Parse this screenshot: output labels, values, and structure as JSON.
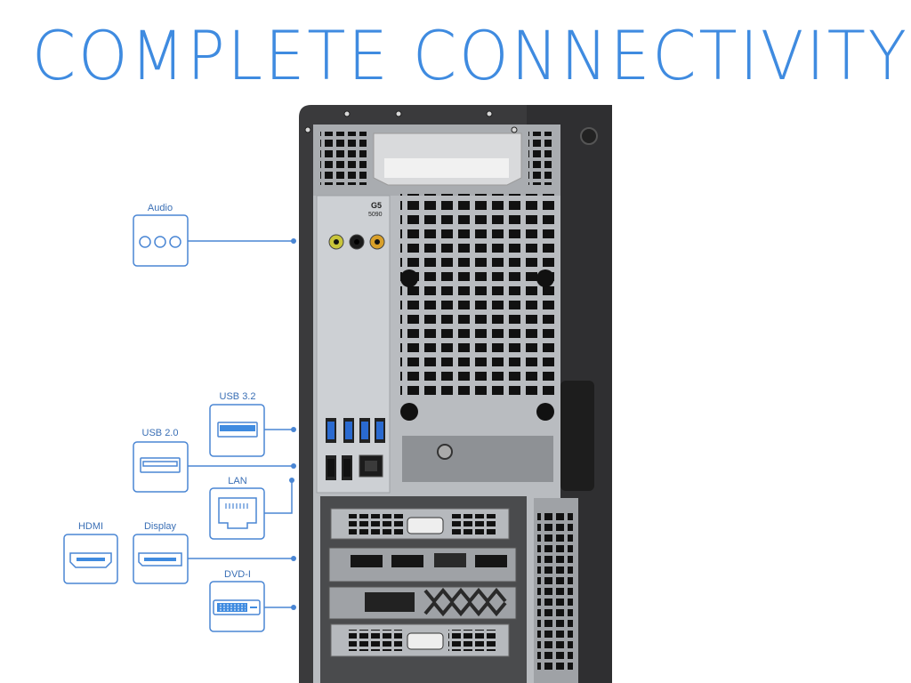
{
  "title": "COMPLETE CONNECTIVITY",
  "model_badge": {
    "line1": "G5",
    "line2": "5090"
  },
  "colors": {
    "accent": "#3f8be0",
    "line": "#4a86d4",
    "case_dark": "#2e2e2e",
    "panel": "#c8cbcf",
    "usb3": "#2a6ad0"
  },
  "ports": [
    {
      "id": "audio",
      "label": "Audio",
      "icon": "audio-jacks-icon"
    },
    {
      "id": "usb32",
      "label": "USB 3.2",
      "icon": "usb-a-icon"
    },
    {
      "id": "usb20",
      "label": "USB 2.0",
      "icon": "usb-a-icon"
    },
    {
      "id": "lan",
      "label": "LAN",
      "icon": "ethernet-icon"
    },
    {
      "id": "hdmi",
      "label": "HDMI",
      "icon": "hdmi-icon"
    },
    {
      "id": "display",
      "label": "Display",
      "icon": "displayport-icon"
    },
    {
      "id": "dvi",
      "label": "DVD-I",
      "icon": "dvi-icon"
    }
  ]
}
